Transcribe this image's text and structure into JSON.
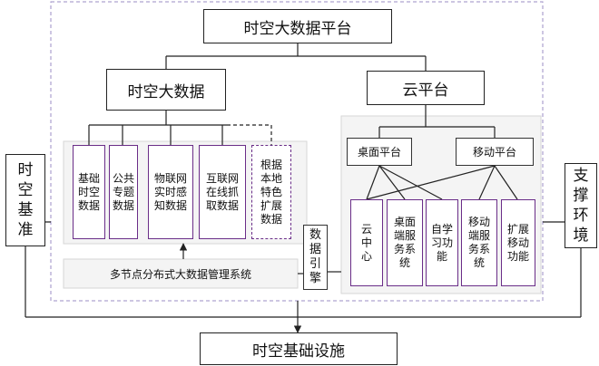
{
  "platform": {
    "title": "时空大数据平台"
  },
  "big_data": {
    "title": "时空大数据",
    "items": [
      {
        "label": "基础时空数据"
      },
      {
        "label": "公共专题数据"
      },
      {
        "label": "物联网实时感知数据"
      },
      {
        "label": "互联网在线抓取数据"
      },
      {
        "label": "根据本地特色扩展数据"
      }
    ],
    "management_system": "多节点分布式大数据管理系统",
    "data_engine": "数据引擎"
  },
  "cloud": {
    "title": "云平台",
    "desktop_platform": "桌面平台",
    "mobile_platform": "移动平台",
    "items": [
      {
        "label": "云中心"
      },
      {
        "label": "桌面端服务系统"
      },
      {
        "label": "自学习功能"
      },
      {
        "label": "移动端服务系统"
      },
      {
        "label": "扩展移动功能"
      }
    ]
  },
  "left_side": {
    "label": "时空基准"
  },
  "right_side": {
    "label": "支撑环境"
  },
  "infrastructure": {
    "label": "时空基础设施"
  }
}
